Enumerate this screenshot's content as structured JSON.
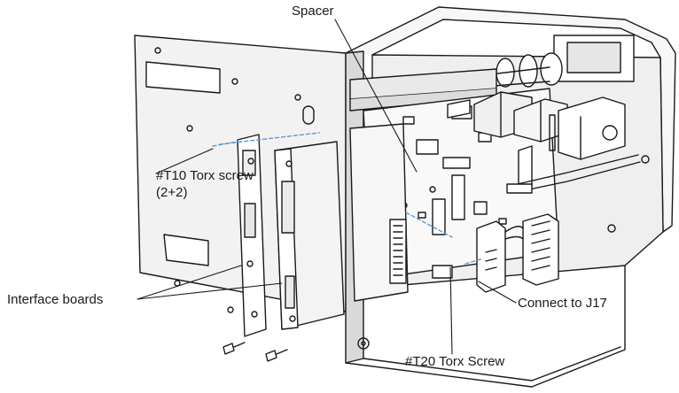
{
  "callouts": {
    "spacer": "Spacer",
    "t10_screw_line1": "#T10 Torx screw",
    "t10_screw_line2": "(2+2)",
    "interface_boards": "Interface boards",
    "connect_j17": "Connect to J17",
    "t20_screw": "#T20 Torx Screw"
  },
  "colors": {
    "line": "#1a1a1a",
    "panel_face": "#f2f2f2",
    "panel_shade": "#d9d9d9",
    "board": "#e9e9e9",
    "accent_dashed": "#5b9bd5"
  }
}
